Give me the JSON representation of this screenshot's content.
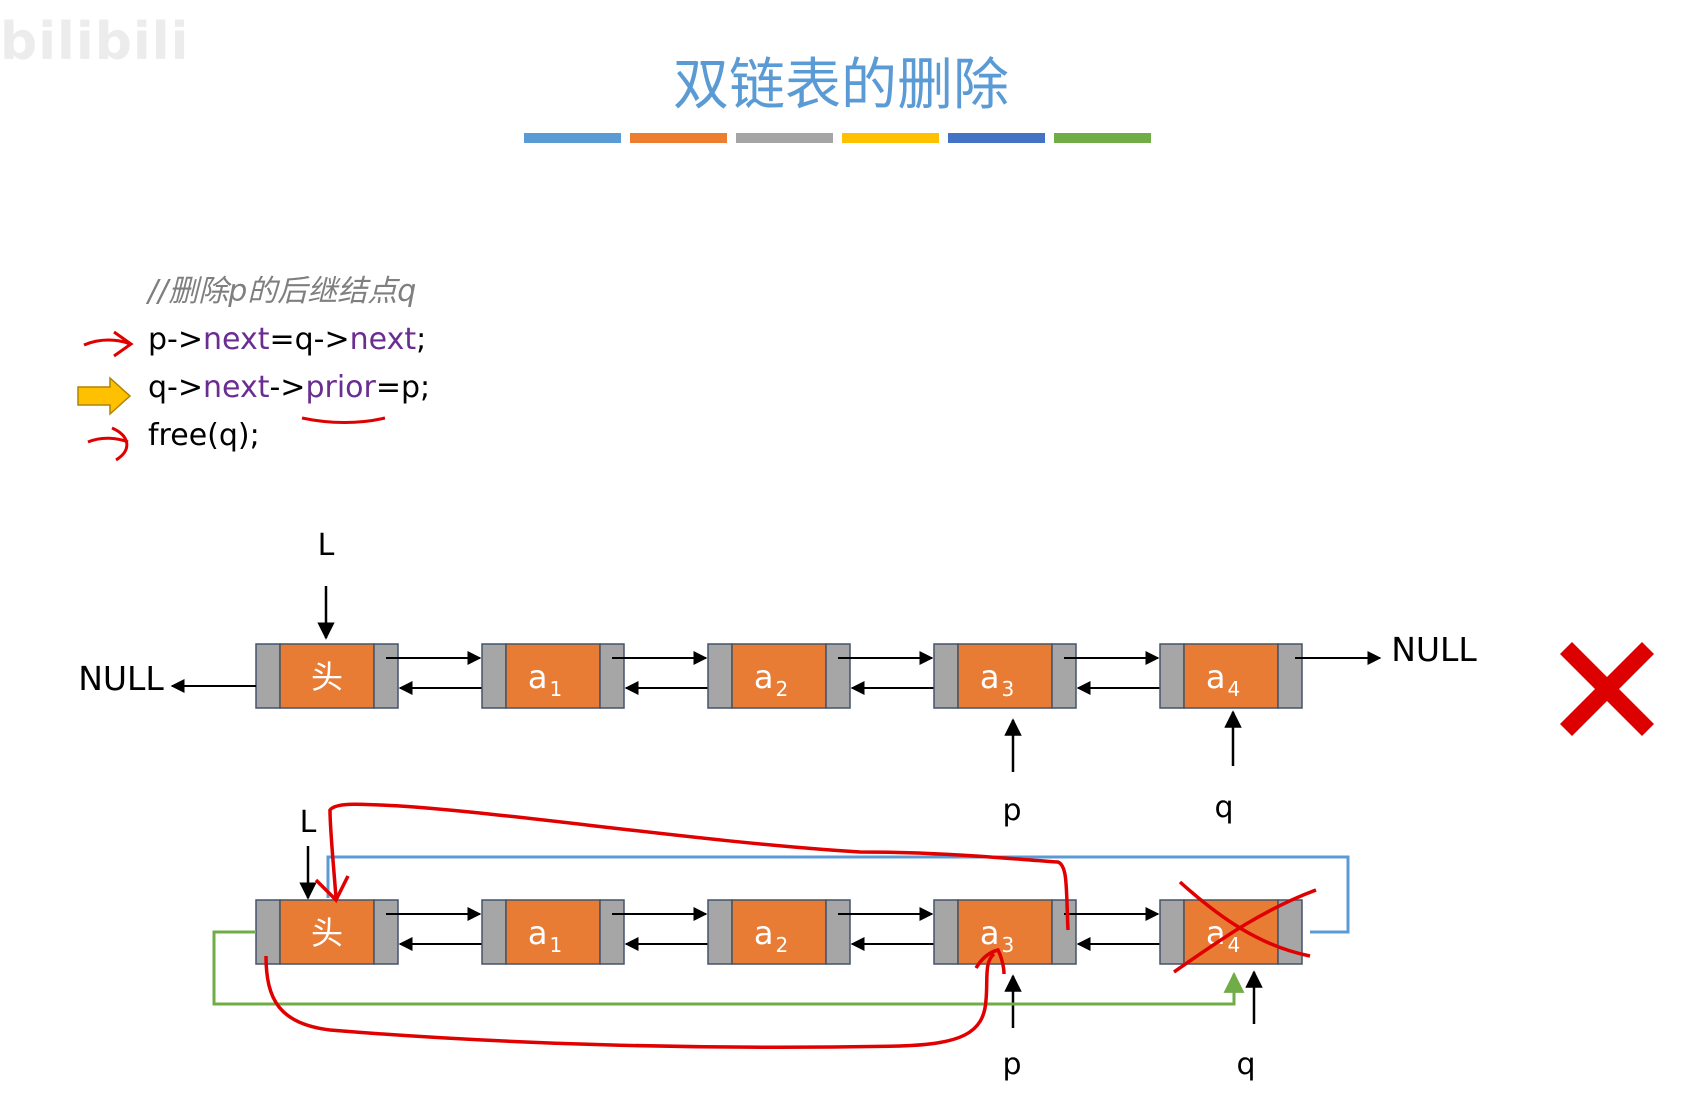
{
  "watermark": "bilibili",
  "title": "双链表的删除",
  "bar_colors": [
    "#5b9bd5",
    "#ed7d31",
    "#a5a5a5",
    "#ffc000",
    "#4472c4",
    "#70ad47"
  ],
  "code": {
    "comment": "//删除p的后继结点q",
    "line1": {
      "a": "p->",
      "kw1": "next",
      "b": "=q->",
      "kw2": "next",
      "c": ";"
    },
    "line2": {
      "a": "q->",
      "kw1": "next",
      "b": "->",
      "kw2": "prior",
      "c": "=p;"
    },
    "line3": "free(q);"
  },
  "nodes": [
    {
      "text": "头",
      "sub": ""
    },
    {
      "text": "a",
      "sub": "1"
    },
    {
      "text": "a",
      "sub": "2"
    },
    {
      "text": "a",
      "sub": "3"
    },
    {
      "text": "a",
      "sub": "4"
    }
  ],
  "labels": {
    "null_left": "NULL",
    "null_right": "NULL",
    "head_ptr": "L",
    "p": "p",
    "q": "q"
  },
  "colors": {
    "node_fill": "#e97c35",
    "node_side": "#a6a6a6",
    "blue_link": "#5b9bd5",
    "green_link": "#70ad47",
    "annotation": "#e00000",
    "wrong_mark": "#dd0000",
    "marker_arrow": "#ffc000"
  }
}
